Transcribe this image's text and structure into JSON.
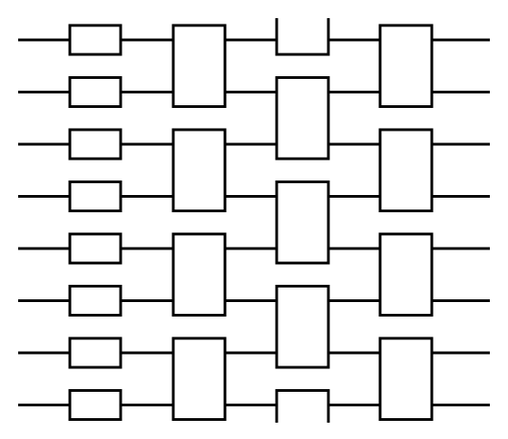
{
  "diagram": {
    "type": "brickwork-circuit",
    "qubits": 8,
    "layers": [
      {
        "kind": "single-qubit",
        "gates": [
          [
            0
          ],
          [
            1
          ],
          [
            2
          ],
          [
            3
          ],
          [
            4
          ],
          [
            5
          ],
          [
            6
          ],
          [
            7
          ]
        ]
      },
      {
        "kind": "two-qubit",
        "gates": [
          [
            0,
            1
          ],
          [
            2,
            3
          ],
          [
            4,
            5
          ],
          [
            6,
            7
          ]
        ]
      },
      {
        "kind": "two-qubit-open-boundary",
        "gates": [
          [
            0
          ],
          [
            1,
            2
          ],
          [
            3,
            4
          ],
          [
            5,
            6
          ],
          [
            7
          ]
        ]
      },
      {
        "kind": "two-qubit",
        "gates": [
          [
            0,
            1
          ],
          [
            2,
            3
          ],
          [
            4,
            5
          ],
          [
            6,
            7
          ]
        ]
      }
    ],
    "colors": {
      "stroke": "#000000",
      "fill": "#ffffff"
    }
  }
}
